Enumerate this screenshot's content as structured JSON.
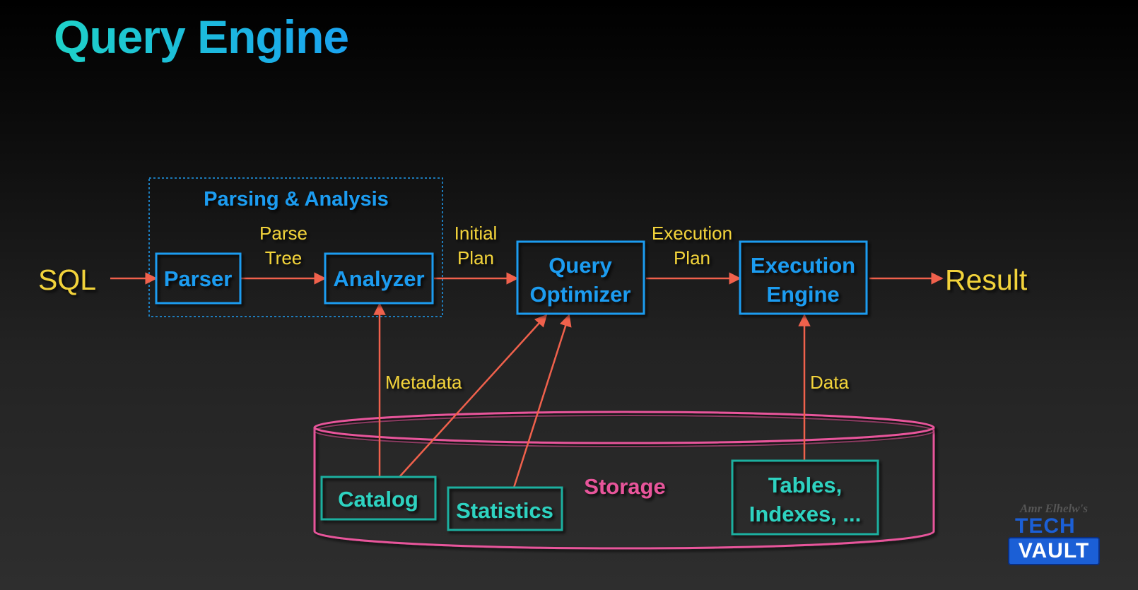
{
  "title": "Query Engine",
  "group": {
    "label": "Parsing & Analysis"
  },
  "input": "SQL",
  "output": "Result",
  "components": {
    "parser": "Parser",
    "analyzer": "Analyzer",
    "optimizer": [
      "Query",
      "Optimizer"
    ],
    "execution_engine": [
      "Execution",
      "Engine"
    ]
  },
  "edges": {
    "parse_tree": [
      "Parse",
      "Tree"
    ],
    "initial_plan": [
      "Initial",
      "Plan"
    ],
    "execution_plan": [
      "Execution",
      "Plan"
    ],
    "metadata": "Metadata",
    "data": "Data"
  },
  "storage": {
    "label": "Storage",
    "catalog": "Catalog",
    "statistics": "Statistics",
    "tables": [
      "Tables,",
      "Indexes, ..."
    ]
  },
  "watermark": {
    "author": "Amr Elhelw's",
    "line1": "TECH",
    "line2": "VAULT"
  },
  "colors": {
    "title_gradient": [
      "#1ed2c8",
      "#1aa3f0"
    ],
    "component_blue": "#1f9cf0",
    "storage_teal": "#1fb0a0",
    "label_yellow": "#f2d33a",
    "storage_pink": "#e8559b",
    "arrow_red": "#f0614c"
  }
}
